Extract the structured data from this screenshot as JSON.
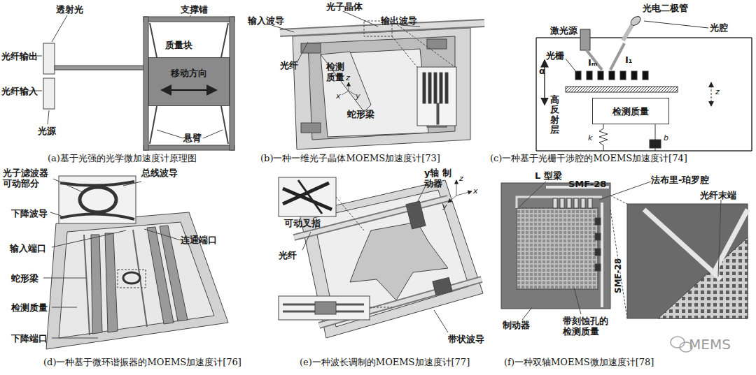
{
  "diagram": {
    "nodes": [
      {
        "text": [
          "移动方向"
        ]
      },
      {
        "text": [
          "检测质量"
        ]
      }
    ],
    "labels": [
      "透射光",
      "支撑锚",
      "光纤输出",
      "质量块",
      "光纤输入",
      "光源",
      "悬臂",
      "(a)基于光强的光学微加速度计原理图",
      "光子晶体",
      "输入波导",
      "输出波导",
      "光纤",
      "检测 质量",
      "蛇形梁",
      "z",
      "y",
      "x",
      "(b)一种一维光子晶体MOEMS加速度计[73]",
      "光电二极管",
      "激光源",
      "光腔",
      "光栅",
      "Iₘ",
      "I₁",
      "z",
      "α",
      "高反射层",
      "k",
      "b",
      "(c)一种基于光栅干涉腔的MOEMS加速度计[74]",
      "光子滤波器 可动部分",
      "总线波导",
      "下降波导",
      "输入端口",
      "连通端口",
      "蛇形梁",
      "检测质量",
      "下降端口",
      "(d)一种基于微环谐振器的MOEMS加速度计[76]",
      "y轴 制动器",
      "z",
      "y",
      "x",
      "可动叉指",
      "光纤",
      "带状波导",
      "(e)一种波长调制的MOEMS加速度计[77]",
      "L 型梁",
      "法布里-珀罗腔",
      "SMF-28",
      "光纤末端",
      "SMF-28",
      "制动器",
      "带刻蚀孔的 检测质量",
      "(f)一种双轴MOEMS微加速度计[78]",
      "MEMS"
    ]
  }
}
